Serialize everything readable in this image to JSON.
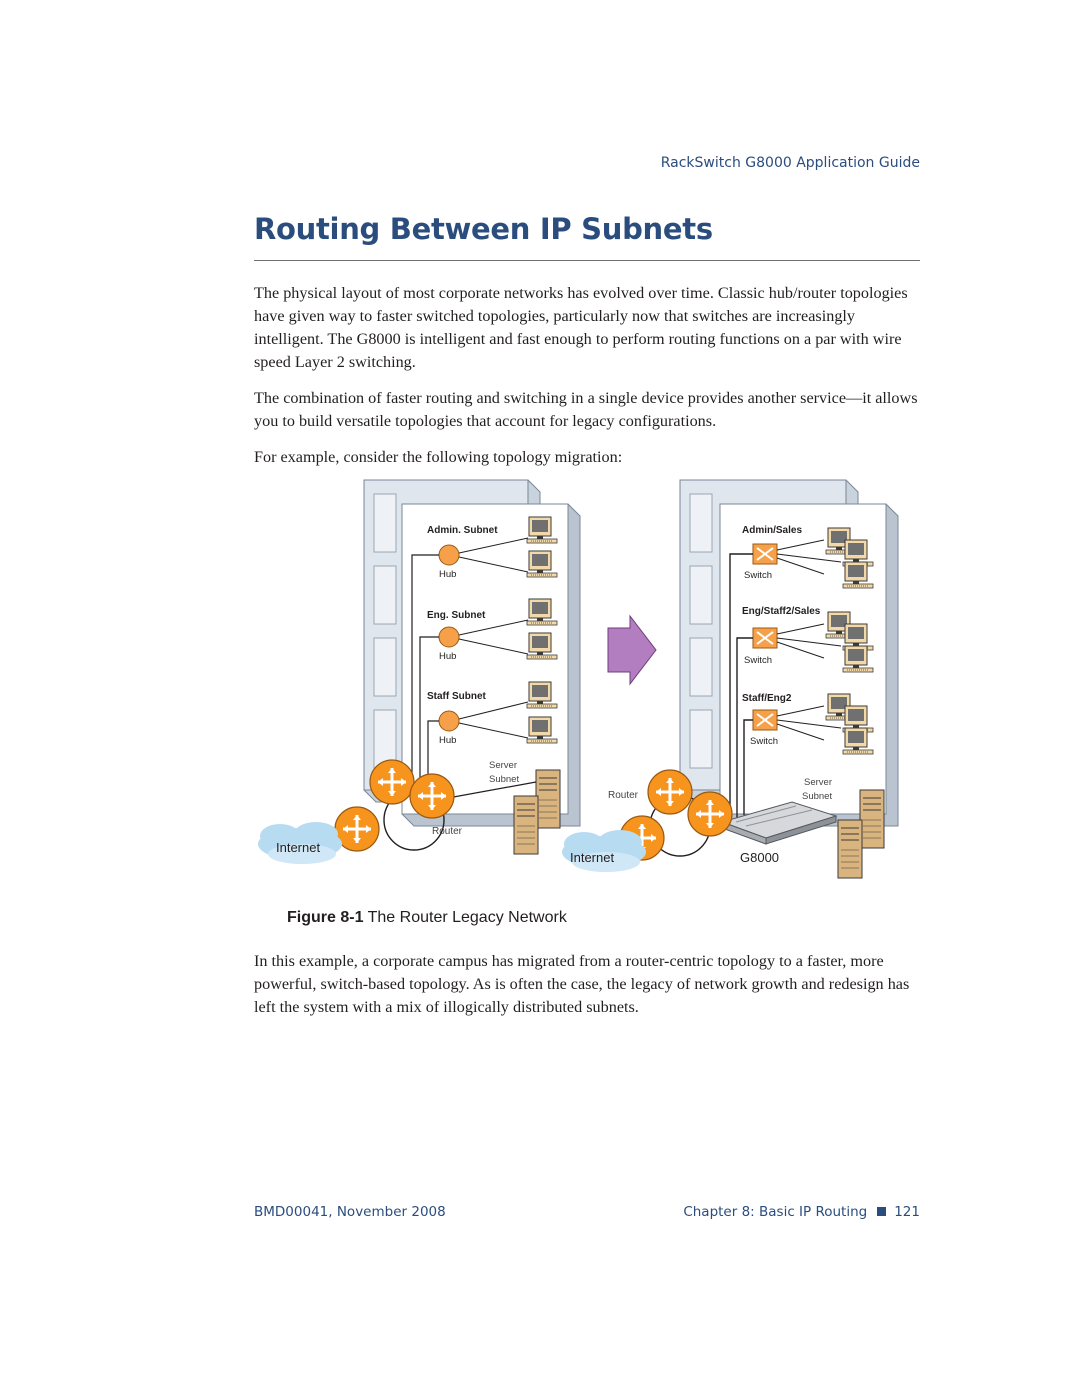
{
  "header": {
    "running_title": "RackSwitch G8000  Application Guide"
  },
  "section": {
    "title": "Routing Between IP Subnets"
  },
  "paragraphs": [
    "The physical layout of most corporate networks has evolved over time. Classic hub/router topologies have given way to faster switched topologies, particularly now that switches are increasingly intelligent. The G8000 is intelligent and fast enough to perform routing functions on a par with wire speed Layer 2 switching.",
    "The combination of faster routing and switching in a single device provides another service—it allows you to build versatile topologies that account for legacy configurations.",
    "For example, consider the following topology migration:",
    "In this example, a corporate campus has migrated from a router-centric topology to a faster, more powerful, switch-based topology. As is often the case, the legacy of network growth and redesign has left the system with a mix of illogically distributed subnets."
  ],
  "figure": {
    "label": "Figure 8-1",
    "caption": "The Router Legacy Network",
    "left": {
      "subnets": [
        "Admin. Subnet",
        "Eng. Subnet",
        "Staff Subnet"
      ],
      "device_label": "Hub",
      "server_label_1": "Server",
      "server_label_2": "Subnet",
      "router_label": "Router",
      "internet_label": "Internet"
    },
    "right": {
      "subnets": [
        "Admin/Sales",
        "Eng/Staff2/Sales",
        "Staff/Eng2"
      ],
      "device_label": "Switch",
      "server_label_1": "Server",
      "server_label_2": "Subnet",
      "router_label": "Router",
      "internet_label": "Internet",
      "switch_label": "G8000"
    }
  },
  "footer": {
    "left": "BMD00041, November 2008",
    "chapter": "Chapter 8:  Basic IP Routing",
    "page_number": "121"
  },
  "colors": {
    "heading": "#2b4d7e",
    "building": "#dfe6ee",
    "hub": "#f6a14a",
    "router": "#f7941d",
    "arrow": "#b27ec0",
    "cloud": "#b7dbf1",
    "server": "#d9b47e"
  }
}
